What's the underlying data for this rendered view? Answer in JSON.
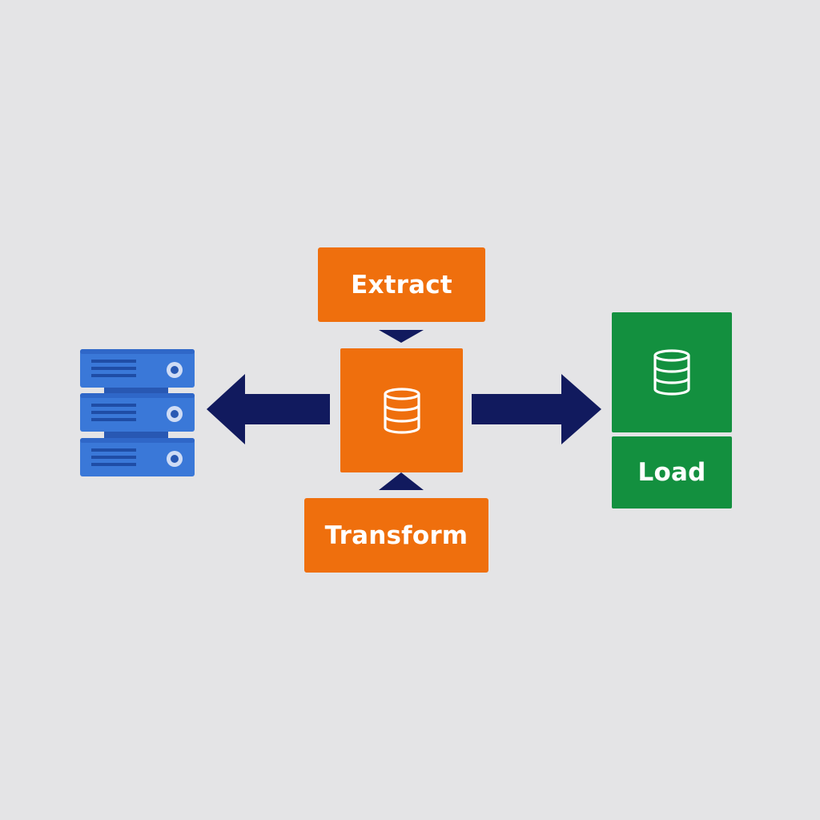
{
  "colors": {
    "background": "#e4e4e6",
    "orange": "#ef6f0d",
    "green": "#13903f",
    "navy": "#111a5e",
    "server_blue": "#3a78d8",
    "server_dark": "#2858b3",
    "white": "#ffffff"
  },
  "nodes": {
    "extract": {
      "label": "Extract"
    },
    "transform": {
      "label": "Transform"
    },
    "load": {
      "label": "Load"
    },
    "center_icon": "database-icon",
    "load_icon": "database-icon",
    "source_icon": "server-stack-icon"
  },
  "edges": [
    {
      "from": "transform-hub",
      "to": "source-servers",
      "direction": "left"
    },
    {
      "from": "transform-hub",
      "to": "load",
      "direction": "right"
    },
    {
      "from": "extract",
      "to": "transform-hub",
      "direction": "down"
    },
    {
      "from": "transform",
      "to": "transform-hub",
      "direction": "up"
    }
  ]
}
